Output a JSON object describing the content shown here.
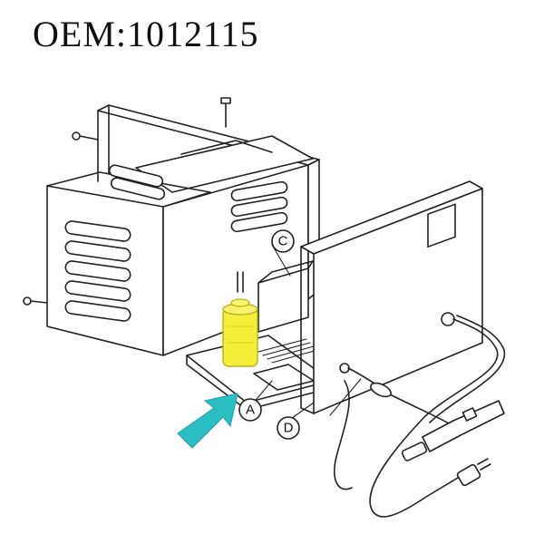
{
  "title": "OEM:1012115",
  "callouts": {
    "a": "A",
    "c": "C",
    "d": "D"
  },
  "colors": {
    "highlight_part": "#f4ef3a",
    "pointer_arrow": "#2bbfc4",
    "line": "#222222"
  }
}
